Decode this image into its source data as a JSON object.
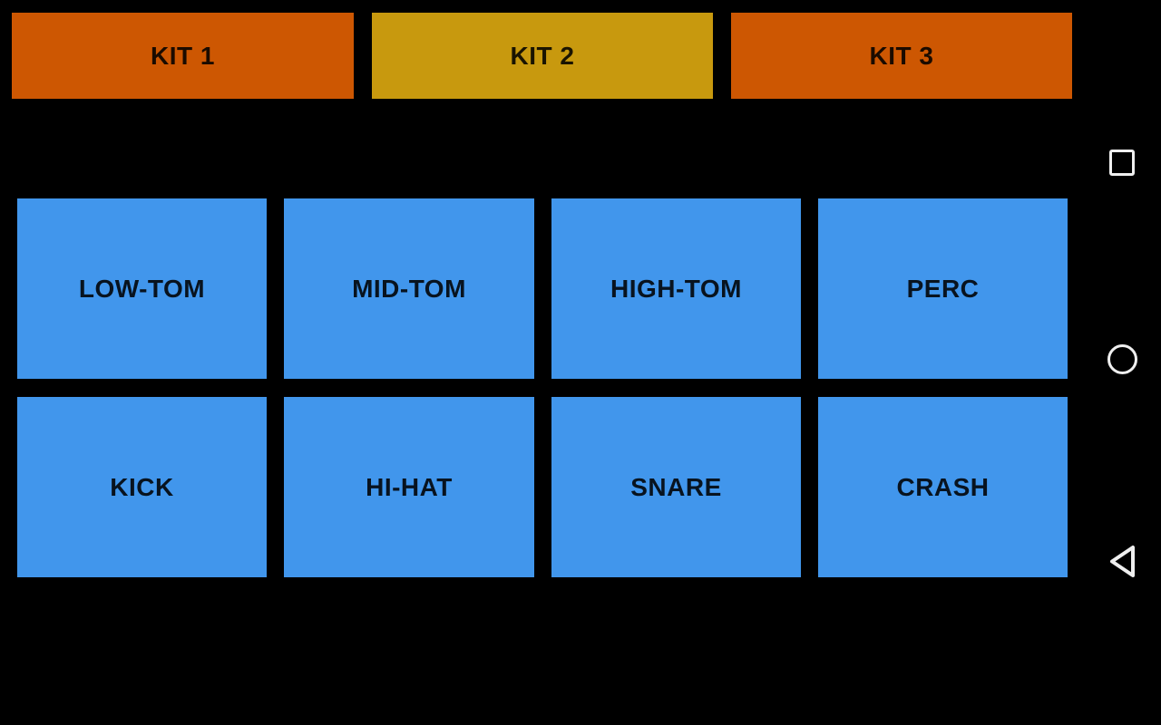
{
  "app": {
    "background_color": "#000000",
    "text_color": "rgba(0,0,0,0.87)"
  },
  "kit_bar": {
    "kits": [
      {
        "label": "KIT 1",
        "color": "#CD5702",
        "selected": false
      },
      {
        "label": "KIT 2",
        "color": "#C8990E",
        "selected": true
      },
      {
        "label": "KIT 3",
        "color": "#CD5702",
        "selected": false
      }
    ]
  },
  "pad_grid": {
    "pad_color": "#4196EC",
    "pads": [
      {
        "label": "LOW-TOM"
      },
      {
        "label": "MID-TOM"
      },
      {
        "label": "HIGH-TOM"
      },
      {
        "label": "PERC"
      },
      {
        "label": "KICK"
      },
      {
        "label": "HI-HAT"
      },
      {
        "label": "SNARE"
      },
      {
        "label": "CRASH"
      }
    ]
  },
  "nav_bar": {
    "icon_color": "#EFEFEF",
    "buttons": [
      {
        "name": "recents",
        "icon": "square-outline"
      },
      {
        "name": "home",
        "icon": "circle-outline"
      },
      {
        "name": "back",
        "icon": "triangle-left-outline"
      }
    ]
  }
}
